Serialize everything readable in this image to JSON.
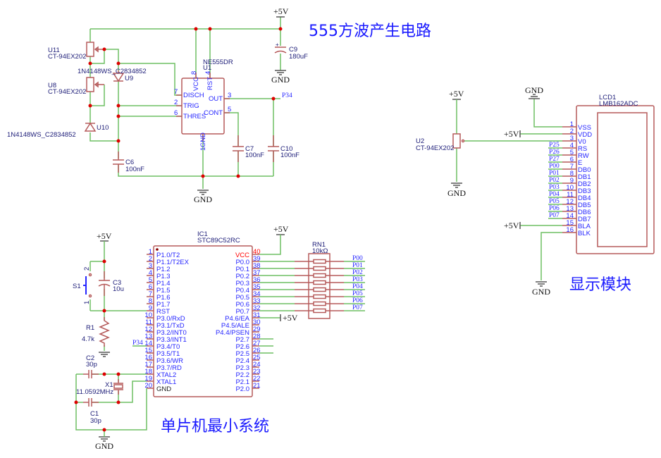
{
  "titles": {
    "timer": "555方波产生电路",
    "mcu": "单片机最小系统",
    "display": "显示模块"
  },
  "power": {
    "vcc": "+5V",
    "gnd": "GND"
  },
  "timer": {
    "u11": {
      "ref": "U11",
      "value": "CT-94EX202"
    },
    "u8": {
      "ref": "U8",
      "value": "CT-94EX202"
    },
    "u9": {
      "ref": "U9",
      "value": "1N4148WS_C2834852"
    },
    "u10": {
      "ref": "U10",
      "value": "1N4148WS_C2834852"
    },
    "c6": {
      "ref": "C6",
      "value": "100nF"
    },
    "c7": {
      "ref": "C7",
      "value": "100nF"
    },
    "c10": {
      "ref": "C10",
      "value": "100nF"
    },
    "c9": {
      "ref": "C9",
      "value": "180uF"
    },
    "u1": {
      "ref": "U1",
      "value": "NE555DR",
      "pins": [
        {
          "num": "8",
          "name": "VCC"
        },
        {
          "num": "4",
          "name": "RST"
        },
        {
          "num": "7",
          "name": "DISCH"
        },
        {
          "num": "2",
          "name": "TRIG"
        },
        {
          "num": "6",
          "name": "THRES"
        },
        {
          "num": "3",
          "name": "OUT"
        },
        {
          "num": "5",
          "name": "CONT"
        },
        {
          "num": "1",
          "name": "GND"
        }
      ]
    },
    "out_net": "P34"
  },
  "mcu": {
    "ic1": {
      "ref": "IC1",
      "value": "STC89C52RC",
      "left_pins": [
        {
          "num": "1",
          "name": "P1.0/T2"
        },
        {
          "num": "2",
          "name": "P1.1/T2EX"
        },
        {
          "num": "3",
          "name": "P1.2"
        },
        {
          "num": "4",
          "name": "P1.3"
        },
        {
          "num": "5",
          "name": "P1.4"
        },
        {
          "num": "6",
          "name": "P1.5"
        },
        {
          "num": "7",
          "name": "P1.6"
        },
        {
          "num": "8",
          "name": "P1.7"
        },
        {
          "num": "9",
          "name": "RST"
        },
        {
          "num": "10",
          "name": "P3.0/RxD"
        },
        {
          "num": "11",
          "name": "P3.1/TxD"
        },
        {
          "num": "12",
          "name": "P3.2/INT0"
        },
        {
          "num": "13",
          "name": "P3.3/INT1"
        },
        {
          "num": "14",
          "name": "P3.4/T0"
        },
        {
          "num": "15",
          "name": "P3.5/T1"
        },
        {
          "num": "16",
          "name": "P3.6/WR"
        },
        {
          "num": "17",
          "name": "P3.7/RD"
        },
        {
          "num": "18",
          "name": "XTAL2"
        },
        {
          "num": "19",
          "name": "XTAL1"
        },
        {
          "num": "20",
          "name": "GND"
        }
      ],
      "right_pins": [
        {
          "num": "40",
          "name": "VCC"
        },
        {
          "num": "39",
          "name": "P0.0"
        },
        {
          "num": "38",
          "name": "P0.1"
        },
        {
          "num": "37",
          "name": "P0.2"
        },
        {
          "num": "36",
          "name": "P0.3"
        },
        {
          "num": "35",
          "name": "P0.4"
        },
        {
          "num": "34",
          "name": "P0.5"
        },
        {
          "num": "33",
          "name": "P0.6"
        },
        {
          "num": "32",
          "name": "P0.7"
        },
        {
          "num": "31",
          "name": "P4.6/EA"
        },
        {
          "num": "30",
          "name": "P4.5/ALE"
        },
        {
          "num": "29",
          "name": "P4.4/PSEN"
        },
        {
          "num": "28",
          "name": "P2.7"
        },
        {
          "num": "27",
          "name": "P2.6"
        },
        {
          "num": "26",
          "name": "P2.5"
        },
        {
          "num": "25",
          "name": "P2.4"
        },
        {
          "num": "24",
          "name": "P2.3"
        },
        {
          "num": "23",
          "name": "P2.2"
        },
        {
          "num": "22",
          "name": "P2.1"
        },
        {
          "num": "21",
          "name": "P2.0"
        }
      ]
    },
    "rn1": {
      "ref": "RN1",
      "value": "10kΩ"
    },
    "p0_nets": [
      "P00",
      "P01",
      "P02",
      "P03",
      "P04",
      "P05",
      "P06",
      "P07"
    ],
    "p34_net": "P34",
    "s1": {
      "ref": "S1",
      "pin1": "1",
      "pin2": "2"
    },
    "c3": {
      "ref": "C3",
      "value": "10u"
    },
    "r1": {
      "ref": "R1",
      "value": "4.7k"
    },
    "c2": {
      "ref": "C2",
      "value": "30p"
    },
    "c1": {
      "ref": "C1",
      "value": "30p"
    },
    "x1": {
      "ref": "X1",
      "value": "11.0592MHz"
    }
  },
  "display": {
    "u2": {
      "ref": "U2",
      "value": "CT-94EX202"
    },
    "lcd1": {
      "ref": "LCD1",
      "value": "LMB162ADC",
      "pins": [
        {
          "num": "1",
          "name": "VSS",
          "net": ""
        },
        {
          "num": "2",
          "name": "VDD",
          "net": ""
        },
        {
          "num": "3",
          "name": "V0",
          "net": ""
        },
        {
          "num": "4",
          "name": "RS",
          "net": "P25"
        },
        {
          "num": "5",
          "name": "RW",
          "net": "P26"
        },
        {
          "num": "6",
          "name": "E",
          "net": "P27"
        },
        {
          "num": "7",
          "name": "DB0",
          "net": "P00"
        },
        {
          "num": "8",
          "name": "DB1",
          "net": "P01"
        },
        {
          "num": "9",
          "name": "DB2",
          "net": "P02"
        },
        {
          "num": "10",
          "name": "DB3",
          "net": "P03"
        },
        {
          "num": "11",
          "name": "DB4",
          "net": "P04"
        },
        {
          "num": "12",
          "name": "DB5",
          "net": "P05"
        },
        {
          "num": "13",
          "name": "DB6",
          "net": "P06"
        },
        {
          "num": "14",
          "name": "DB7",
          "net": "P07"
        },
        {
          "num": "15",
          "name": "BLA",
          "net": ""
        },
        {
          "num": "16",
          "name": "BLK",
          "net": ""
        }
      ]
    }
  },
  "colors": {
    "wire": "#6fbf63",
    "component": "#b55a5a",
    "junction": "#dd0000",
    "title": "#1a1aff",
    "pin_text": "#2626ff",
    "label": "#20207a"
  }
}
